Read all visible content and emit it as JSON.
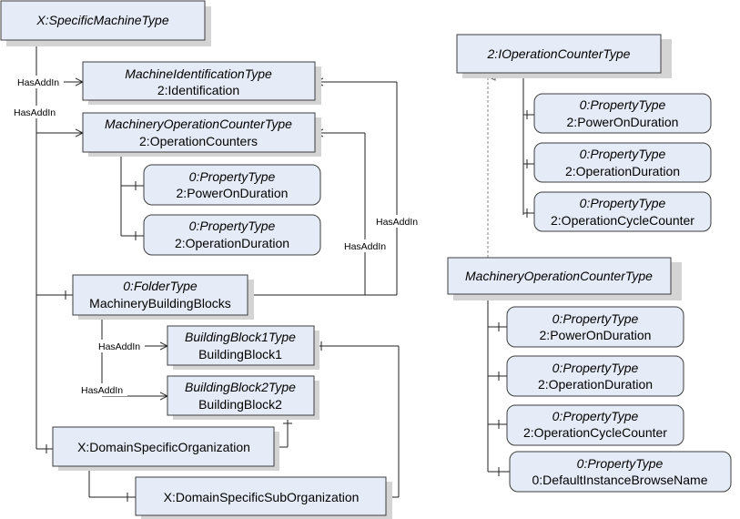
{
  "nodes": {
    "root": {
      "type": "X:SpecificMachineType",
      "name": ""
    },
    "identification": {
      "type": "MachineIdentificationType",
      "name": "2:Identification"
    },
    "op_counters": {
      "type": "MachineryOperationCounterType",
      "name": "2:OperationCounters"
    },
    "oc_power": {
      "type": "0:PropertyType",
      "name": "2:PowerOnDuration"
    },
    "oc_opdur": {
      "type": "0:PropertyType",
      "name": "2:OperationDuration"
    },
    "folder": {
      "type": "0:FolderType",
      "name": "MachineryBuildingBlocks"
    },
    "bb1": {
      "type": "BuildingBlock1Type",
      "name": "BuildingBlock1"
    },
    "bb2": {
      "type": "BuildingBlock2Type",
      "name": "BuildingBlock2"
    },
    "domain_org": {
      "type": "",
      "name": "X:DomainSpecificOrganization"
    },
    "domain_sub": {
      "type": "",
      "name": "X:DomainSpecificSubOrganization"
    },
    "iface": {
      "type": "2:IOperationCounterType",
      "name": ""
    },
    "if_power": {
      "type": "0:PropertyType",
      "name": "2:PowerOnDuration"
    },
    "if_opdur": {
      "type": "0:PropertyType",
      "name": "2:OperationDuration"
    },
    "if_cycle": {
      "type": "0:PropertyType",
      "name": "2:OperationCycleCounter"
    },
    "moc": {
      "type": "MachineryOperationCounterType",
      "name": ""
    },
    "moc_power": {
      "type": "0:PropertyType",
      "name": "2:PowerOnDuration"
    },
    "moc_opdur": {
      "type": "0:PropertyType",
      "name": "2:OperationDuration"
    },
    "moc_cycle": {
      "type": "0:PropertyType",
      "name": "2:OperationCycleCounter"
    },
    "moc_browse": {
      "type": "0:PropertyType",
      "name": "0:DefaultInstanceBrowseName"
    }
  },
  "references": {
    "hasaddin_1": "HasAddIn",
    "hasaddin_2": "HasAddIn",
    "hasaddin_3": "HasAddIn",
    "hasaddin_4": "HasAddIn",
    "hasaddin_5": "HasAddIn",
    "hasaddin_6": "HasAddIn"
  }
}
